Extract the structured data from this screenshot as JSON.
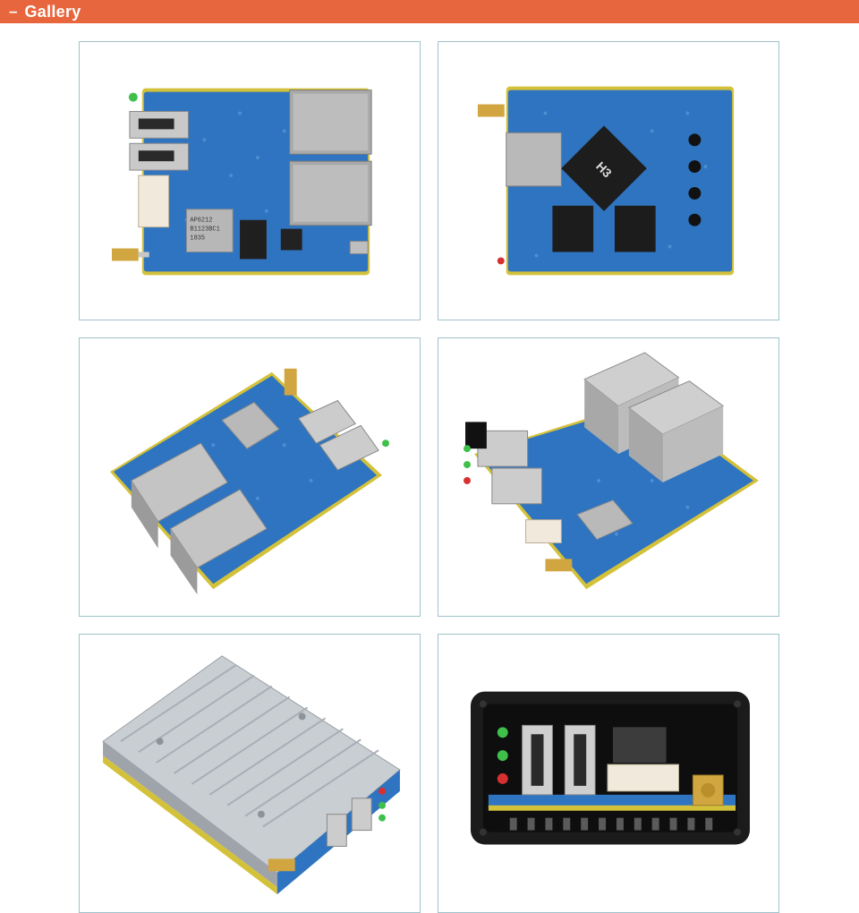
{
  "header": {
    "dash": "–",
    "title": "Gallery",
    "accent_color": "#e8663d"
  },
  "gallery": {
    "frame_border_color": "#9fc2cb",
    "items": [
      {
        "name": "board-top-view-ports",
        "chip_label": "AP6212\nB1123BC1\n1835"
      },
      {
        "name": "board-bottom-view-h3",
        "chip_label": "H3"
      },
      {
        "name": "board-angle-view-ethernet"
      },
      {
        "name": "board-angle-view-usb"
      },
      {
        "name": "board-aluminum-case-angle"
      },
      {
        "name": "board-case-front-panel"
      }
    ]
  }
}
